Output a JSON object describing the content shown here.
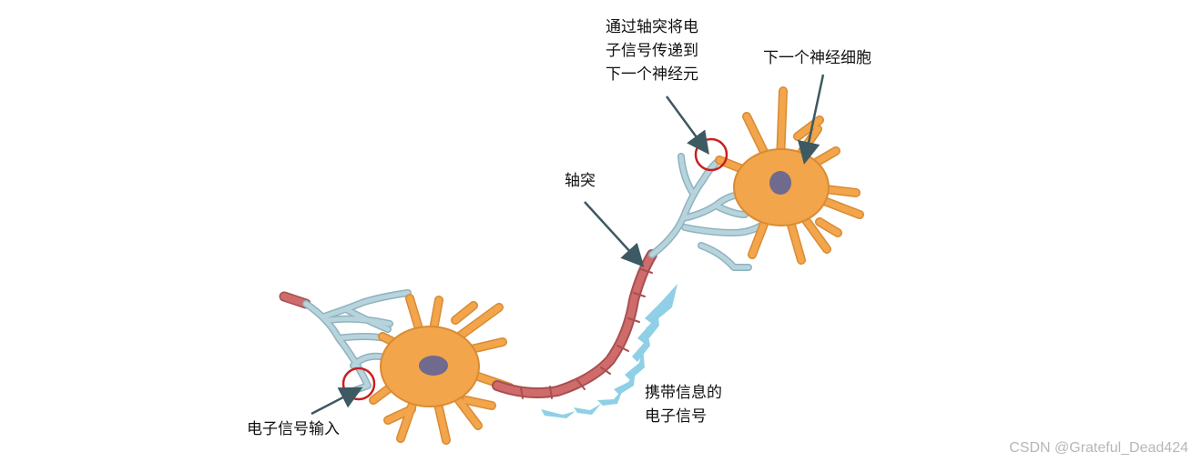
{
  "labels": {
    "signal_input": "电子信号输入",
    "axon": "轴突",
    "transmit": [
      "通过轴突将电",
      "子信号传递到",
      "下一个神经元"
    ],
    "next_neuron": "下一个神经细胞",
    "carrying": [
      "携带信息的",
      "电子信号"
    ]
  },
  "watermark": "CSDN @Grateful_Dead424",
  "colors": {
    "soma": "#f2a54a",
    "soma_edge": "#d98b33",
    "nucleus": "#6f6a8e",
    "dendrite": "#b7d4dd",
    "dendrite_edge": "#8fb2bf",
    "myelin": "#cf6b6b",
    "myelin_edge": "#a84f50",
    "signal": "#8fd0e6",
    "pointer": "#3d5961",
    "marker": "#c91f1f"
  },
  "icons": [
    "pointer-arrow-icon",
    "synapse-marker-icon",
    "signal-arrow-icon"
  ]
}
